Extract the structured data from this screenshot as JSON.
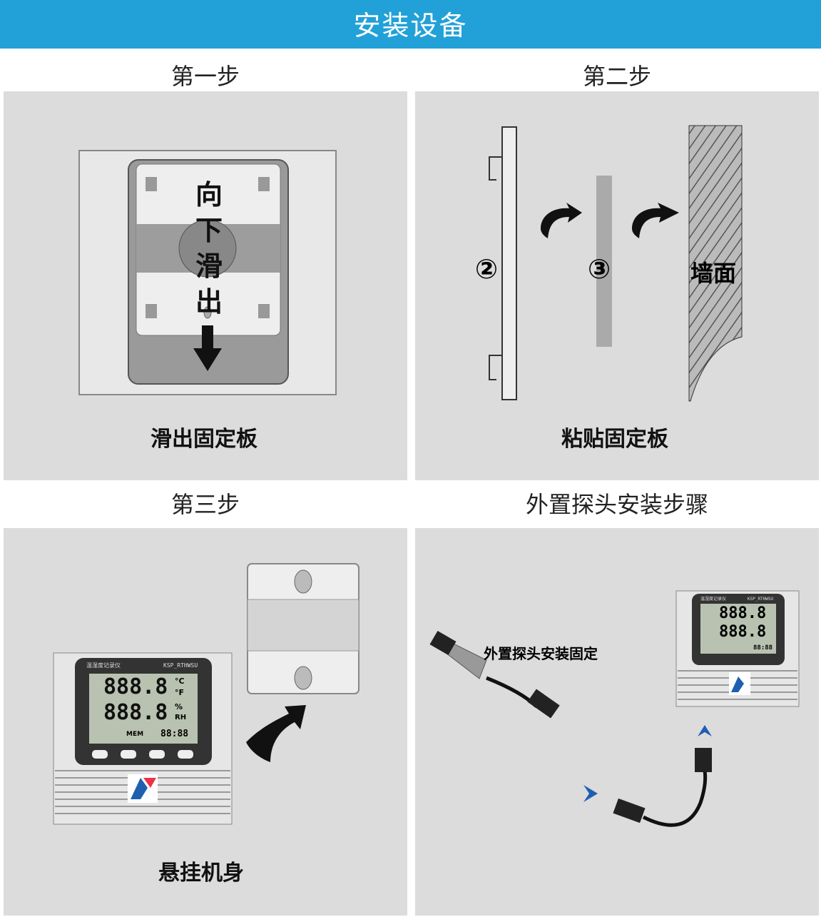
{
  "header": {
    "title": "安装设备"
  },
  "steps": [
    {
      "title": "第一步",
      "caption": "滑出固定板",
      "label": "向下滑出"
    },
    {
      "title": "第二步",
      "caption": "粘贴固定板",
      "marker_a": "②",
      "marker_b": "③",
      "wall": "墙面"
    },
    {
      "title": "第三步",
      "caption": "悬挂机身"
    },
    {
      "title": "外置探头安装步骤",
      "caption": "外置探头安装固定"
    }
  ],
  "device": {
    "name": "温湿度记录仪",
    "model": "KSP_RTHWSU",
    "reading": "888.8",
    "unit_c": "°C",
    "unit_f": "°F",
    "unit_rh": "%",
    "unit_rh2": "RH",
    "clock": "88:88",
    "mem": "MEM"
  },
  "colors": {
    "header": "#21a1d8",
    "panel": "#dcdcdc"
  }
}
